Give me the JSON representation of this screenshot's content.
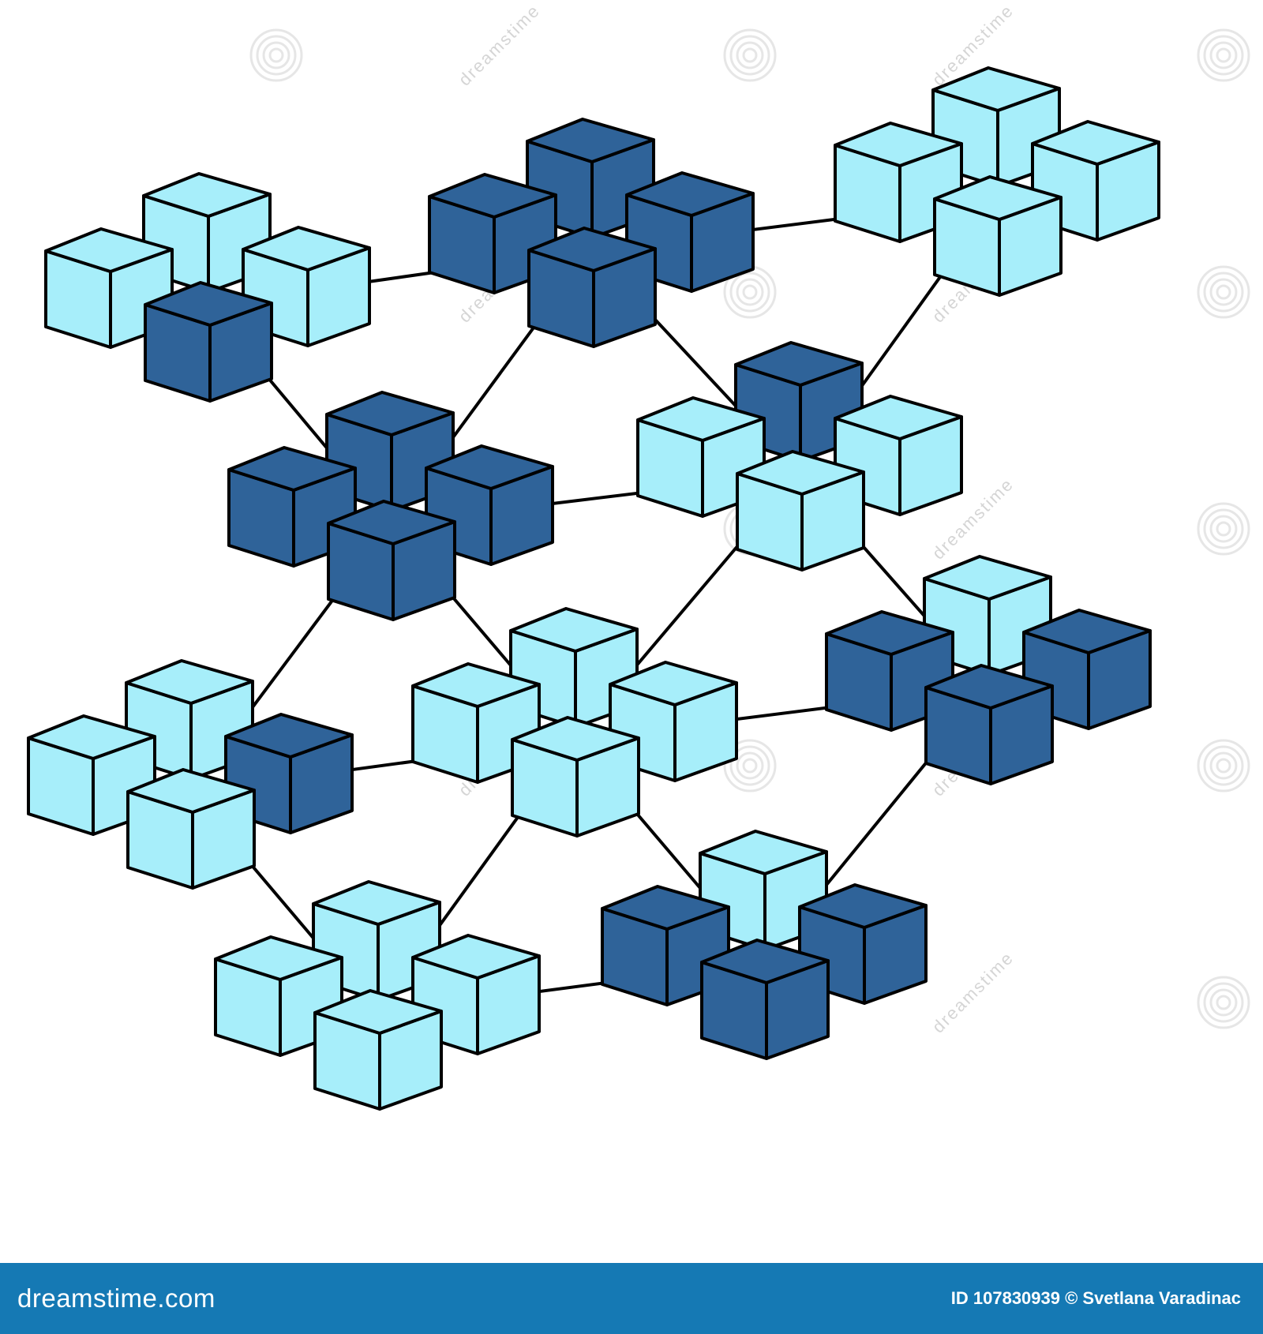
{
  "image": {
    "watermark_text": "dreamstime",
    "footer": {
      "site": "dreamstime.com",
      "credit": "ID 107830939 © Svetlana Varadinac"
    }
  },
  "colors": {
    "dark_cube": "#2f6399",
    "light_cube": "#a7eefa",
    "outline": "#000000",
    "footer_bar": "#1579b4",
    "footer_text": "#ffffff"
  },
  "clusters": [
    [
      "light",
      "light",
      "light",
      "dark"
    ],
    [
      "dark",
      "dark",
      "dark",
      "dark"
    ],
    [
      "light",
      "light",
      "light",
      "light"
    ],
    [
      "dark",
      "dark",
      "dark",
      "dark"
    ],
    [
      "dark",
      "light",
      "light",
      "light"
    ],
    [
      "light",
      "dark",
      "light",
      "light"
    ],
    [
      "light",
      "light",
      "light",
      "light"
    ],
    [
      "light",
      "dark",
      "dark",
      "dark"
    ],
    [
      "light",
      "light",
      "light",
      "light"
    ],
    [
      "light",
      "dark",
      "dark",
      "dark"
    ]
  ]
}
